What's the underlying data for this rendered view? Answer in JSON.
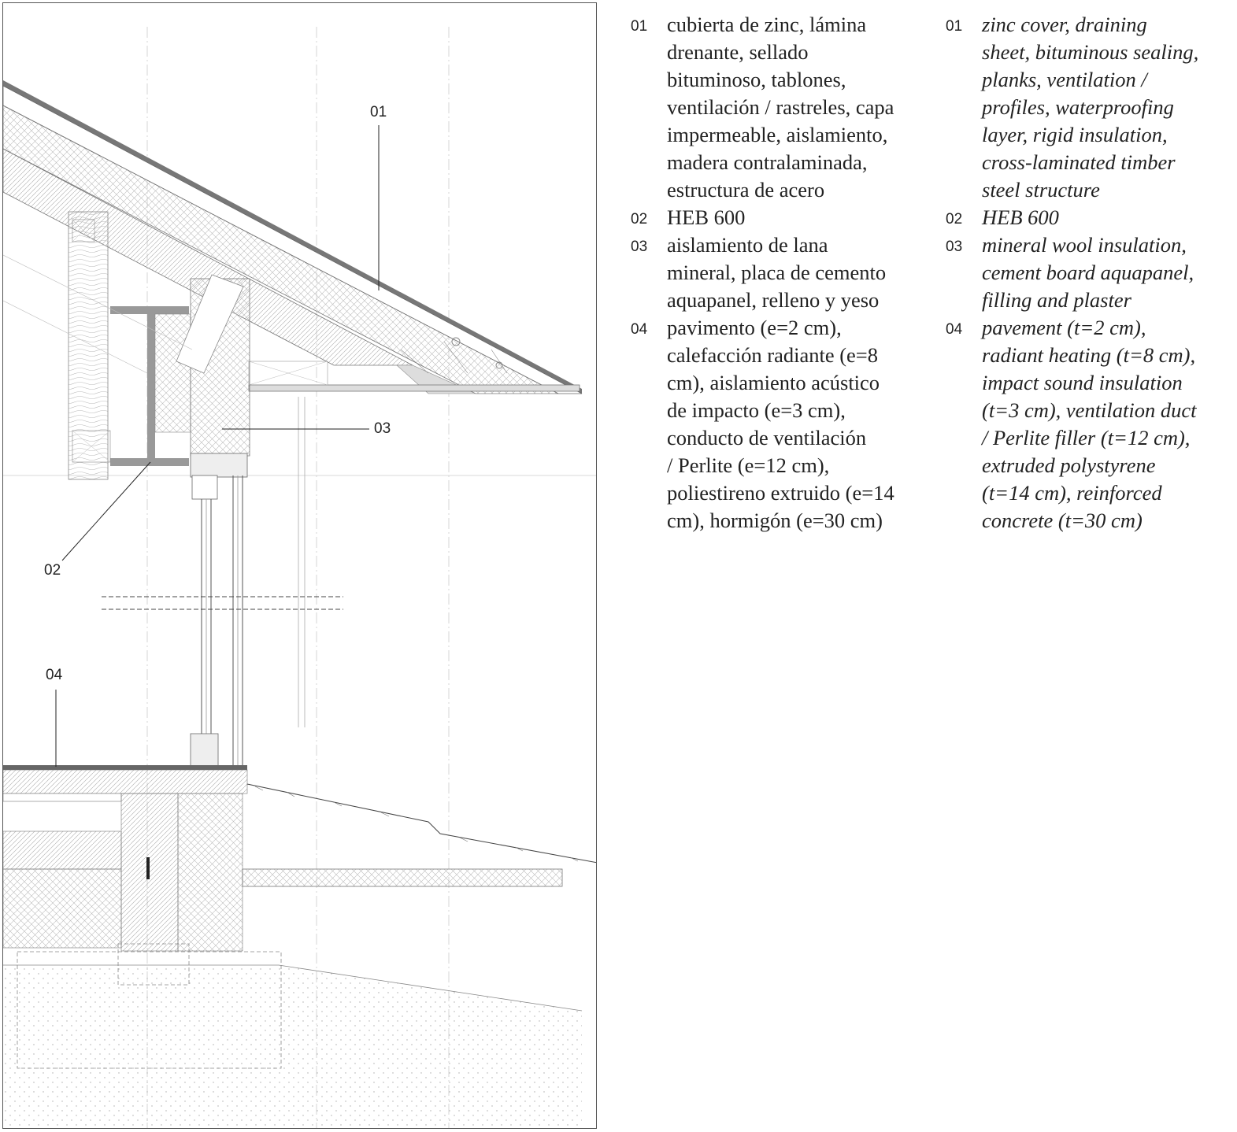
{
  "drawing": {
    "callouts": [
      {
        "id": "01",
        "label": "01"
      },
      {
        "id": "02",
        "label": "02"
      },
      {
        "id": "03",
        "label": "03"
      },
      {
        "id": "04",
        "label": "04"
      }
    ]
  },
  "legend_es": [
    {
      "num": "01",
      "lines": [
        "cubierta de zinc, lámina",
        "drenante, sellado",
        "bituminoso, tablones,",
        "ventilación / rastreles, capa",
        "impermeable, aislamiento,",
        "madera contralaminada,",
        "estructura de acero"
      ]
    },
    {
      "num": "02",
      "lines": [
        "HEB 600"
      ]
    },
    {
      "num": "03",
      "lines": [
        "aislamiento de lana",
        "mineral, placa de cemento",
        "aquapanel, relleno y yeso"
      ]
    },
    {
      "num": "04",
      "lines": [
        "pavimento (e=2 cm),",
        "calefacción radiante (e=8",
        "cm), aislamiento acústico",
        "de impacto (e=3 cm),",
        "conducto de ventilación",
        "/ Perlite (e=12 cm),",
        "poliestireno extruido (e=14",
        "cm), hormigón (e=30 cm)"
      ]
    }
  ],
  "legend_en": [
    {
      "num": "01",
      "lines": [
        "zinc cover, draining",
        "sheet, bituminous sealing,",
        "planks, ventilation /",
        "profiles, waterproofing",
        "layer, rigid insulation,",
        "cross-laminated timber",
        "steel structure"
      ]
    },
    {
      "num": "02",
      "lines": [
        "HEB 600"
      ]
    },
    {
      "num": "03",
      "lines": [
        "mineral wool insulation,",
        "cement board aquapanel,",
        "filling and plaster"
      ]
    },
    {
      "num": "04",
      "lines": [
        "pavement (t=2 cm),",
        "radiant heating (t=8 cm),",
        "impact sound insulation",
        "(t=3 cm), ventilation duct",
        "/ Perlite filler (t=12 cm),",
        "extruded polystyrene",
        "(t=14 cm), reinforced",
        "concrete (t=30 cm)"
      ]
    }
  ]
}
